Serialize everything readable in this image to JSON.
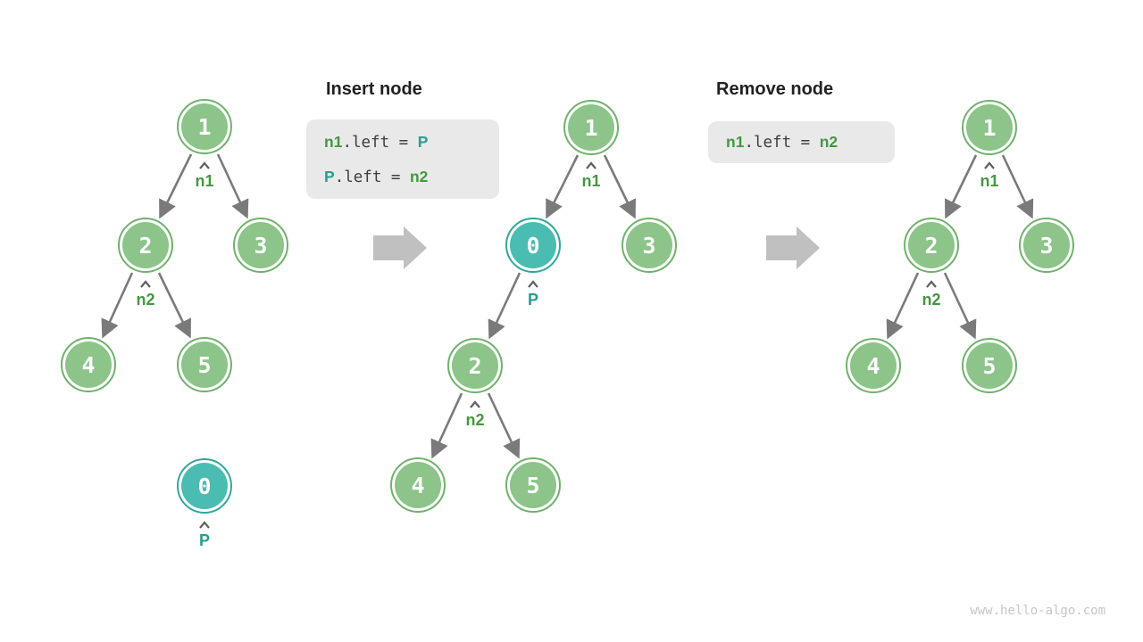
{
  "insert_panel": {
    "title": "Insert node",
    "code": {
      "line1": {
        "v1": "n1",
        "op": ".left = ",
        "v2": "P"
      },
      "line2": {
        "v1": "P",
        "op": ".left = ",
        "v2": "n2"
      }
    }
  },
  "remove_panel": {
    "title": "Remove node",
    "code": {
      "line1": {
        "v1": "n1",
        "op": ".left = ",
        "v2": "n2"
      }
    }
  },
  "tree_initial": {
    "values": [
      "1",
      "2",
      "3",
      "4",
      "5"
    ],
    "label_n1": "n1",
    "label_n2": "n2",
    "floating_value": "0",
    "floating_label": "P"
  },
  "tree_inserted": {
    "values": [
      "1",
      "0",
      "3",
      "2",
      "4",
      "5"
    ],
    "label_n1": "n1",
    "label_p": "P",
    "label_n2": "n2"
  },
  "tree_removed": {
    "values": [
      "1",
      "2",
      "3",
      "4",
      "5"
    ],
    "label_n1": "n1",
    "label_n2": "n2"
  },
  "watermark": "www.hello-algo.com",
  "colors": {
    "node_green_fill": "#8cc489",
    "node_green_border": "#6fb26b",
    "node_teal_fill": "#4bbcb2",
    "node_teal_border": "#2fa89c",
    "label_green": "#44983f",
    "label_teal": "#2a9d8f",
    "edge_gray": "#7a7a7a",
    "big_arrow_gray": "#c0c0c0",
    "code_bg": "#e9e9e9",
    "code_text": "#3b4045",
    "title_text": "#212121"
  }
}
